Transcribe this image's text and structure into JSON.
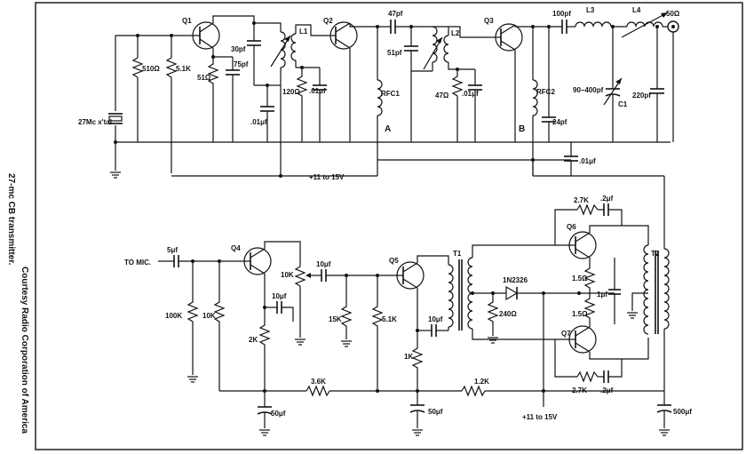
{
  "title": "27-mc CB transmitter.",
  "credit": "Courtesy Radio Corporation of America",
  "transistors": {
    "q1": "Q1",
    "q2": "Q2",
    "q3": "Q3",
    "q4": "Q4",
    "q5": "Q5",
    "q6": "Q6",
    "q7": "Q7"
  },
  "coils": {
    "l1": "L1",
    "l2": "L2",
    "l3": "L3",
    "l4": "L4",
    "rfc1": "RFC1",
    "rfc2": "RFC2",
    "t1": "T1",
    "t2": "T2"
  },
  "rf_section": {
    "crystal": "27Mc x'tal",
    "r_510": "510Ω",
    "r_51k": "5.1K",
    "r_51": "51Ω",
    "c_30pf": "30pf",
    "c_75pf": "75pf",
    "c_01_a": ".01μf",
    "r_120": "120Ω",
    "c_01_b": ".01μf",
    "c_47pf": "47pf",
    "c_51pf": "51pf",
    "r_47": "47Ω",
    "c_01_c": ".01μf",
    "c_100pf": "100pf",
    "c_24pf": "24pf",
    "c1": "C1",
    "c1_range": "90–400pf",
    "c_220pf": "220pf",
    "output": "50Ω",
    "point_a": "A",
    "point_b": "B",
    "c_01_d": ".01μf",
    "supply": "+11 to 15V"
  },
  "audio_section": {
    "input": "TO MIC.",
    "c_5uf": "5μf",
    "r_100k": "100K",
    "r_10k_a": "10K",
    "r_10k_pot": "10K",
    "c_10uf_a": "10μf",
    "c_10uf_b": "10μf",
    "r_2k": "2K",
    "c_50uf_a": "50μf",
    "r_36k": "3.6K",
    "r_15k": "15K",
    "r_51k": "5.1K",
    "c_10uf_c": "10μf",
    "r_1k": "1K",
    "c_50uf_b": "50μf",
    "r_12k": "1.2K",
    "supply": "+11 to 15V",
    "r_240": "240Ω",
    "diode": "1N2326",
    "r_27k_top": "2.7K",
    "c_2uf_top": ".2μf",
    "r_15_a": "1.5Ω",
    "r_15_b": "1.5Ω",
    "c_1uf": "1μf",
    "r_27k_bot": "2.7K",
    "c_2uf_bot": ".2μf",
    "c_500uf": "500μf"
  }
}
